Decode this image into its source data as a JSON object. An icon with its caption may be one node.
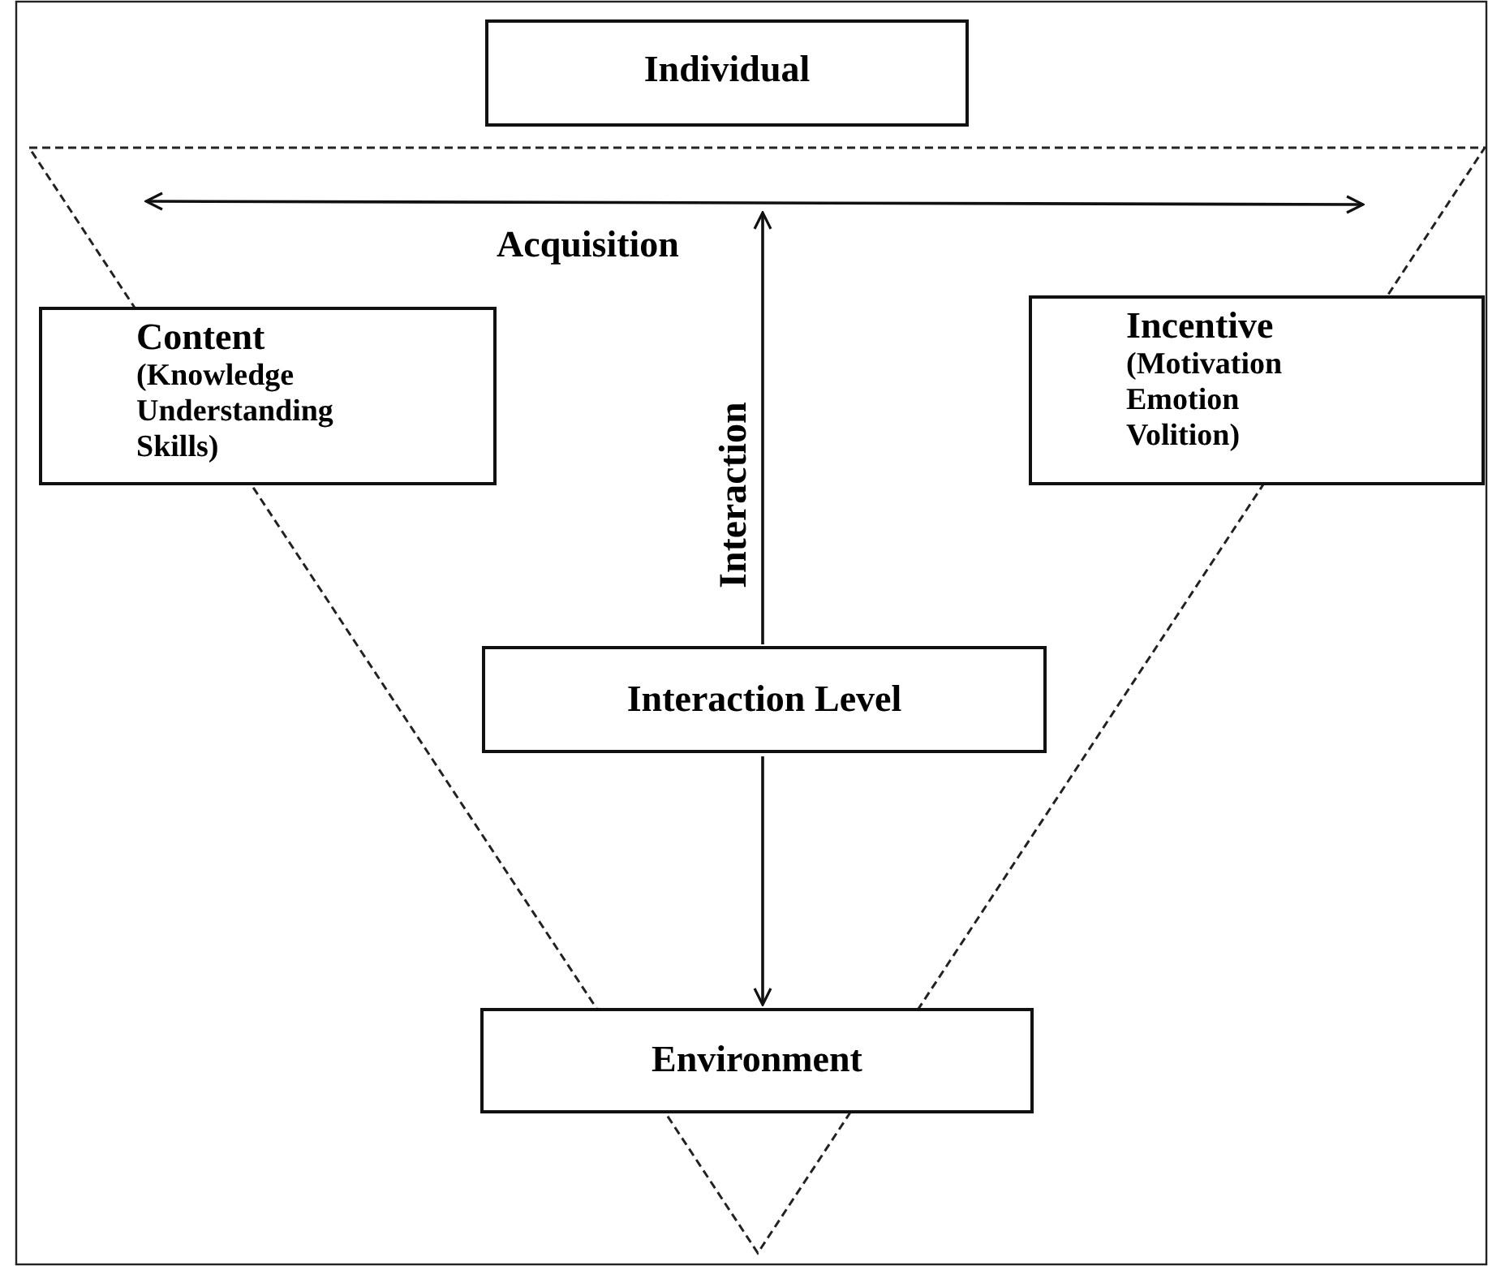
{
  "diagram": {
    "nodes": [
      {
        "text": [
          "Individual"
        ]
      },
      {
        "text": [
          "Content",
          "(Knowledge Understanding Skills)"
        ]
      },
      {
        "text": [
          "Incentive",
          "(Motivation Emotion Volition)"
        ]
      },
      {
        "text": [
          "Interaction Level"
        ]
      },
      {
        "text": [
          "Environment"
        ]
      }
    ],
    "edges": [
      {
        "from": 3,
        "to": null,
        "arrow": "to"
      },
      {
        "from": 3,
        "to": 4,
        "arrow": "to"
      }
    ],
    "labels": [
      "Acquisition",
      "Interaction"
    ]
  }
}
